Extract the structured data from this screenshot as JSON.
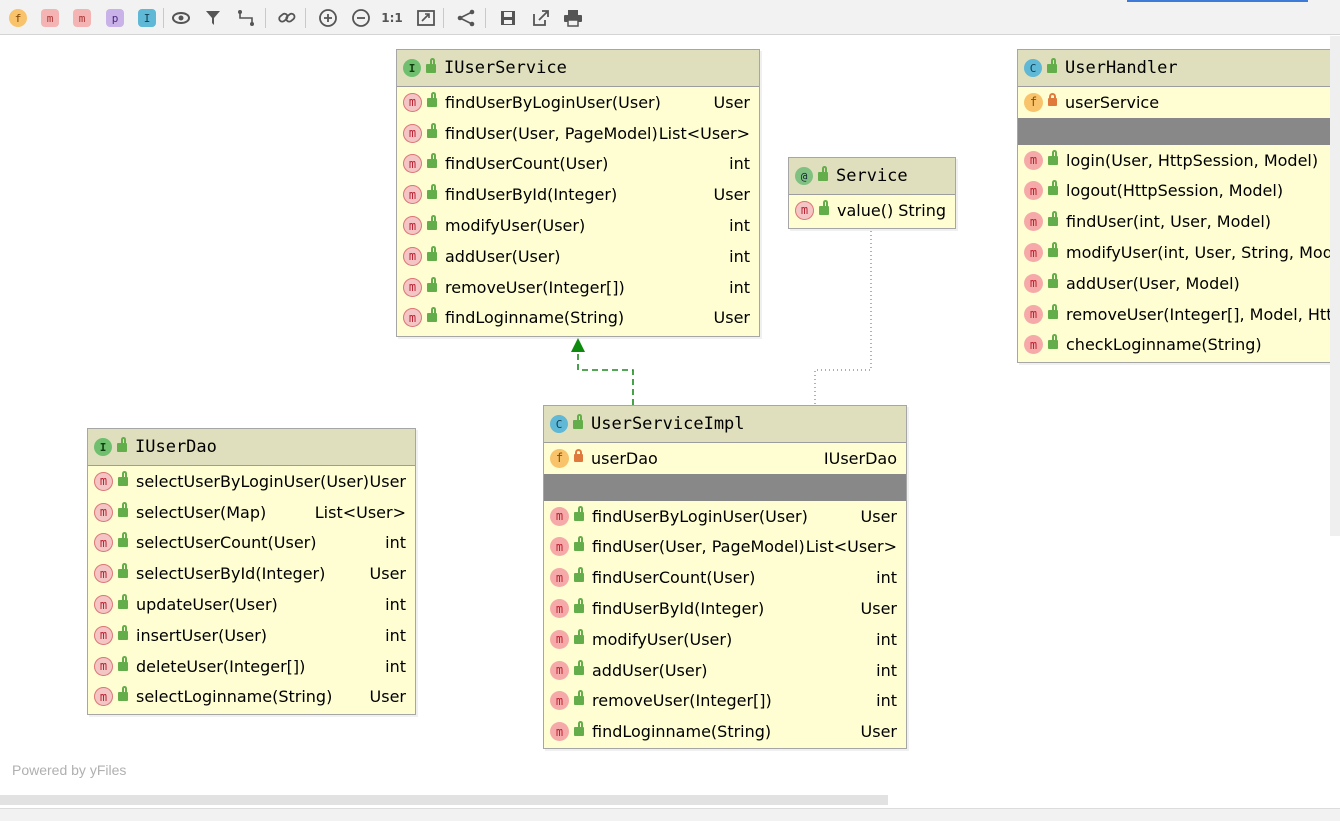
{
  "toolbar": {
    "buttons": [
      {
        "name": "show-fields",
        "glyph": "f"
      },
      {
        "name": "show-constructors",
        "glyph": "m"
      },
      {
        "name": "show-methods",
        "glyph": "m"
      },
      {
        "name": "show-properties",
        "glyph": "p"
      },
      {
        "name": "show-inner-classes",
        "glyph": "I"
      },
      {
        "name": "visibility",
        "glyph": "👁"
      },
      {
        "name": "filter",
        "glyph": "⏷"
      },
      {
        "name": "edge-routing",
        "glyph": "⤷"
      },
      {
        "name": "link",
        "glyph": "🔗"
      },
      {
        "name": "zoom-in",
        "glyph": "⊕"
      },
      {
        "name": "zoom-out",
        "glyph": "⊖"
      },
      {
        "name": "actual-size",
        "glyph": "1:1"
      },
      {
        "name": "fit-content",
        "glyph": "⤢"
      },
      {
        "name": "layout",
        "glyph": "⋖"
      },
      {
        "name": "save",
        "glyph": "💾"
      },
      {
        "name": "export",
        "glyph": "↗"
      },
      {
        "name": "print",
        "glyph": "🖶"
      }
    ]
  },
  "iuserservice": {
    "title": "IUserService",
    "kind_glyph": "I",
    "methods": [
      {
        "name": "findUserByLoginUser(User)",
        "type": "User"
      },
      {
        "name": "findUser(User, PageModel)",
        "type": "List<User>"
      },
      {
        "name": "findUserCount(User)",
        "type": "int"
      },
      {
        "name": "findUserById(Integer)",
        "type": "User"
      },
      {
        "name": "modifyUser(User)",
        "type": "int"
      },
      {
        "name": "addUser(User)",
        "type": "int"
      },
      {
        "name": "removeUser(Integer[])",
        "type": "int"
      },
      {
        "name": "findLoginname(String)",
        "type": "User"
      }
    ]
  },
  "service": {
    "title": "Service",
    "kind_glyph": "@",
    "methods": [
      {
        "name": "value()",
        "type": "String"
      }
    ]
  },
  "userhandler": {
    "title": "UserHandler",
    "kind_glyph": "C",
    "field": {
      "name": "userService",
      "type": ""
    },
    "methods": [
      {
        "name": "login(User, HttpSession, Model)"
      },
      {
        "name": "logout(HttpSession, Model)"
      },
      {
        "name": "findUser(int, User, Model)"
      },
      {
        "name": "modifyUser(int, User, String, Mod"
      },
      {
        "name": "addUser(User, Model)"
      },
      {
        "name": "removeUser(Integer[], Model, Htt"
      },
      {
        "name": "checkLoginname(String)"
      }
    ]
  },
  "iuserdao": {
    "title": "IUserDao",
    "kind_glyph": "I",
    "methods": [
      {
        "name": "selectUserByLoginUser(User)",
        "type": "User"
      },
      {
        "name": "selectUser(Map)",
        "type": "List<User>"
      },
      {
        "name": "selectUserCount(User)",
        "type": "int"
      },
      {
        "name": "selectUserById(Integer)",
        "type": "User"
      },
      {
        "name": "updateUser(User)",
        "type": "int"
      },
      {
        "name": "insertUser(User)",
        "type": "int"
      },
      {
        "name": "deleteUser(Integer[])",
        "type": "int"
      },
      {
        "name": "selectLoginname(String)",
        "type": "User"
      }
    ]
  },
  "userserviceimpl": {
    "title": "UserServiceImpl",
    "kind_glyph": "C",
    "field": {
      "name": "userDao",
      "type": "IUserDao"
    },
    "methods": [
      {
        "name": "findUserByLoginUser(User)",
        "type": "User"
      },
      {
        "name": "findUser(User, PageModel)",
        "type": "List<User>"
      },
      {
        "name": "findUserCount(User)",
        "type": "int"
      },
      {
        "name": "findUserById(Integer)",
        "type": "User"
      },
      {
        "name": "modifyUser(User)",
        "type": "int"
      },
      {
        "name": "addUser(User)",
        "type": "int"
      },
      {
        "name": "removeUser(Integer[])",
        "type": "int"
      },
      {
        "name": "findLoginname(String)",
        "type": "User"
      }
    ]
  },
  "watermark": "Powered by yFiles",
  "colors": {
    "node_body": "#fefed2",
    "node_header": "#dfdfbd",
    "implements_arrow": "#1c8a1c",
    "annotation_link": "#9c7a3a",
    "accent_strip": "#3e7bd8"
  }
}
